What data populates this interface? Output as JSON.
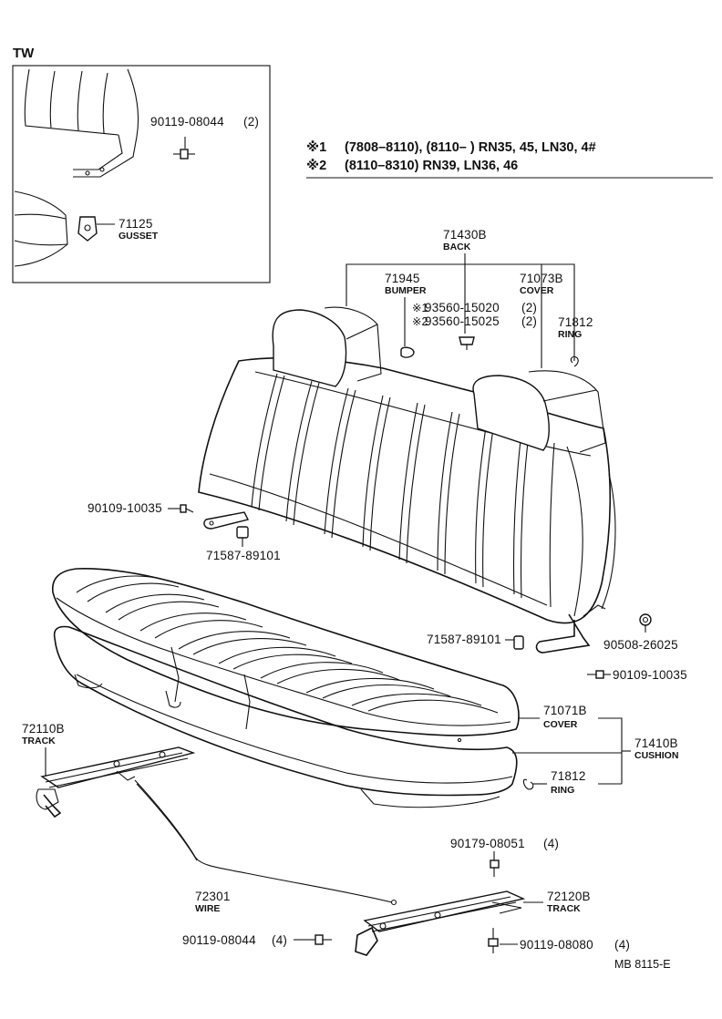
{
  "inset": {
    "title": "TW",
    "parts": [
      {
        "number": "90119-08044",
        "qty": "(2)",
        "name": ""
      },
      {
        "number": "71125",
        "qty": "",
        "name": "GUSSET"
      }
    ]
  },
  "notes": [
    {
      "mark": "※1",
      "text": "(7808–8110), (8110–        ) RN35, 45, LN30, 4#"
    },
    {
      "mark": "※2",
      "text": "(8110–8310) RN39, LN36, 46"
    }
  ],
  "parts": {
    "back": {
      "number": "71430B",
      "name": "BACK"
    },
    "bumper": {
      "number": "71945",
      "name": "BUMPER"
    },
    "back_cover": {
      "number": "71073B",
      "name": "COVER"
    },
    "clip1": {
      "mark": "※1",
      "number": "93560-15020",
      "qty": "(2)"
    },
    "clip2": {
      "mark": "※2",
      "number": "93560-15025",
      "qty": "(2)"
    },
    "back_ring": {
      "number": "71812",
      "name": "RING"
    },
    "bolt_left": {
      "number": "90109-10035"
    },
    "pad_left": {
      "number": "71587-89101"
    },
    "pad_right": {
      "number": "71587-89101"
    },
    "nut_right": {
      "number": "90508-26025"
    },
    "bolt_right": {
      "number": "90109-10035"
    },
    "cushion_cover": {
      "number": "71071B",
      "name": "COVER"
    },
    "cushion": {
      "number": "71410B",
      "name": "CUSHION"
    },
    "cushion_ring": {
      "number": "71812",
      "name": "RING"
    },
    "track_left": {
      "number": "72110B",
      "name": "TRACK"
    },
    "wire": {
      "number": "72301",
      "name": "WIRE"
    },
    "bolt_track_left": {
      "number": "90119-08044",
      "qty": "(4)"
    },
    "bolt_mid": {
      "number": "90179-08051",
      "qty": "(4)"
    },
    "track_right": {
      "number": "72120B",
      "name": "TRACK"
    },
    "bolt_track_right": {
      "number": "90119-08080",
      "qty": "(4)"
    }
  },
  "footer": {
    "code": "MB 8115-E"
  }
}
